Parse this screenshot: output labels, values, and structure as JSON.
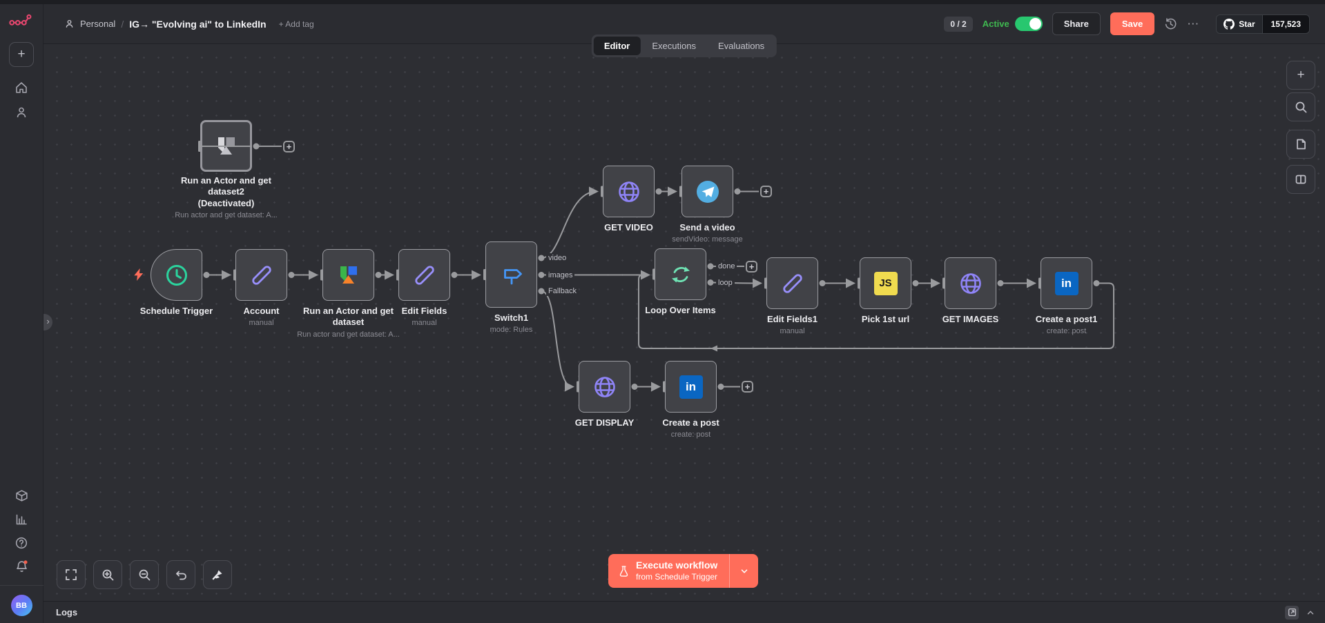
{
  "app": {
    "user_initials": "BB"
  },
  "icons": {
    "plus": "+",
    "more": "⋯",
    "chevron_right": "›"
  },
  "header": {
    "breadcrumb": {
      "workspace": "Personal",
      "separator": "/",
      "title": "IG→ \"Evolving ai\" to LinkedIn",
      "add_tag": "+ Add tag"
    },
    "issue_counter": "0 / 2",
    "active_label": "Active",
    "share_label": "Share",
    "save_label": "Save",
    "github": {
      "star_label": "Star",
      "star_count": "157,523"
    }
  },
  "tabs": {
    "items": [
      {
        "label": "Editor",
        "active": true
      },
      {
        "label": "Executions",
        "active": false
      },
      {
        "label": "Evaluations",
        "active": false
      }
    ]
  },
  "canvas": {
    "icon_text": {
      "js": "JS",
      "linkedin": "in"
    },
    "nodes": [
      {
        "name": "Run an Actor and get dataset2",
        "status": "(Deactivated)",
        "subtitle": "Run actor and get dataset: A..."
      },
      {
        "name": "Schedule Trigger"
      },
      {
        "name": "Account",
        "subtitle": "manual"
      },
      {
        "name": "Run an Actor and get dataset",
        "subtitle": "Run actor and get dataset: A..."
      },
      {
        "name": "Edit Fields",
        "subtitle": "manual"
      },
      {
        "name": "Switch1",
        "subtitle": "mode: Rules",
        "outputs": [
          "video",
          "images",
          "Fallback"
        ]
      },
      {
        "name": "GET VIDEO"
      },
      {
        "name": "Send a video",
        "subtitle": "sendVideo: message"
      },
      {
        "name": "Loop Over Items",
        "outputs": [
          "done",
          "loop"
        ]
      },
      {
        "name": "Edit Fields1",
        "subtitle": "manual"
      },
      {
        "name": "Pick 1st url"
      },
      {
        "name": "GET IMAGES"
      },
      {
        "name": "Create a post1",
        "subtitle": "create: post"
      },
      {
        "name": "GET DISPLAY"
      },
      {
        "name": "Create a post",
        "subtitle": "create: post"
      }
    ],
    "execute": {
      "title": "Execute workflow",
      "subtitle": "from Schedule Trigger"
    }
  },
  "logs": {
    "title": "Logs"
  },
  "colors": {
    "accent": "#ff6d5a",
    "active_green": "#3fb950",
    "toggle_green": "#28c76f",
    "wire": "#9a9b9e",
    "node_bg": "#414247",
    "canvas_bg": "#2d2e33"
  }
}
